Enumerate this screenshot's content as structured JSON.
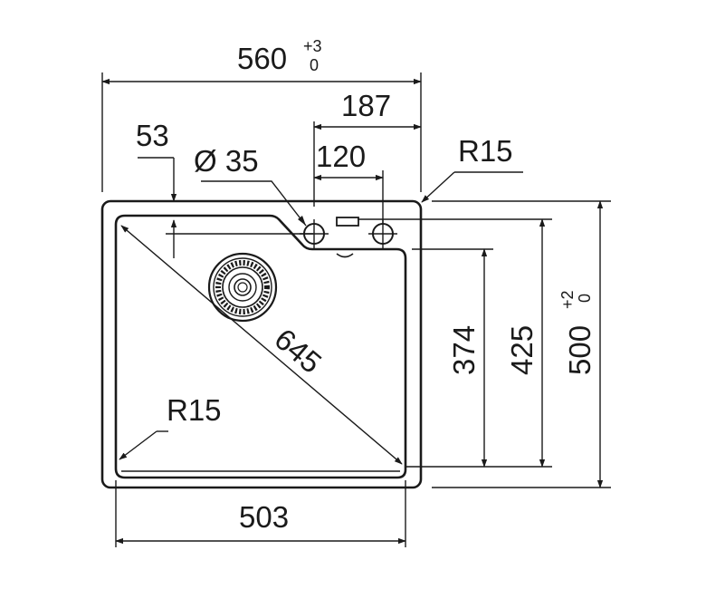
{
  "dimensions": {
    "overall_width": "560",
    "overall_width_tol_upper": "+3",
    "overall_width_tol_lower": "0",
    "tap_offset_right": "187",
    "tap_hole_spacing": "120",
    "tap_hole_diameter": "Ø 35",
    "ledge_offset": "53",
    "corner_radius_outer": "R15",
    "corner_radius_inner": "R15",
    "diagonal": "645",
    "bowl_depth": "374",
    "bowl_length": "425",
    "overall_length": "500",
    "overall_length_tol_upper": "+2",
    "overall_length_tol_lower": "0",
    "bowl_width": "503"
  },
  "icons": {
    "drain": "drain-strainer-icon",
    "tap_hole": "tap-hole-icon",
    "overflow": "overflow-slot-icon"
  },
  "colors": {
    "line": "#1a1a1a",
    "background": "#ffffff"
  }
}
